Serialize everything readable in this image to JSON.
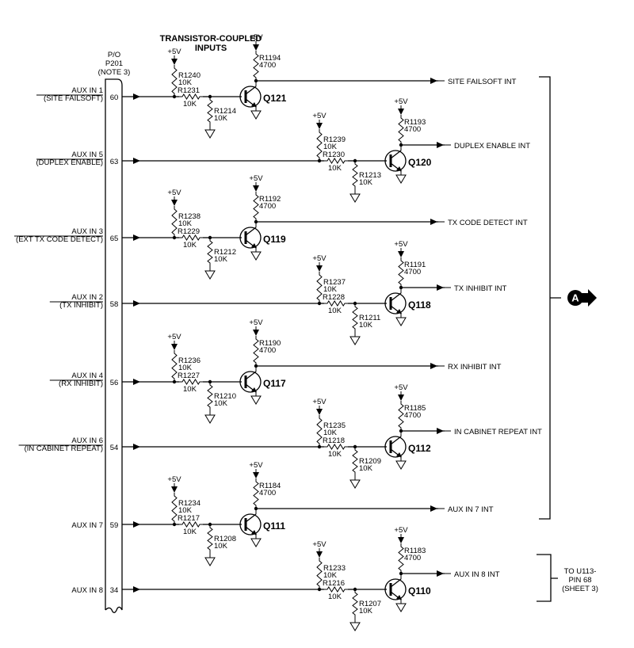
{
  "title": [
    "TRANSISTOR-COUPLED",
    "INPUTS"
  ],
  "connector": {
    "label": [
      "P/O",
      "P201",
      "(NOTE 3)"
    ]
  },
  "supply_label": "+5V",
  "channels": [
    {
      "input_name": "AUX IN 1",
      "input_desc": "(SITE FAILSOFT)",
      "pin": "60",
      "stage_pos": "left",
      "pullup": {
        "ref": "R1240",
        "value": "10K"
      },
      "series": {
        "ref": "R1231",
        "value": "10K"
      },
      "pulldown": {
        "ref": "R1214",
        "value": "10K"
      },
      "collector": {
        "ref": "R1194",
        "value": "4700"
      },
      "transistor": "Q121",
      "output": "SITE FAILSOFT INT"
    },
    {
      "input_name": "AUX IN 5",
      "input_desc": "(DUPLEX ENABLE)",
      "pin": "63",
      "stage_pos": "right",
      "pullup": {
        "ref": "R1239",
        "value": "10K"
      },
      "series": {
        "ref": "R1230",
        "value": "10K"
      },
      "pulldown": {
        "ref": "R1213",
        "value": "10K"
      },
      "collector": {
        "ref": "R1193",
        "value": "4700"
      },
      "transistor": "Q120",
      "output": "DUPLEX ENABLE INT"
    },
    {
      "input_name": "AUX IN 3",
      "input_desc": "(EXT TX CODE DETECT)",
      "pin": "65",
      "stage_pos": "left",
      "pullup": {
        "ref": "R1238",
        "value": "10K"
      },
      "series": {
        "ref": "R1229",
        "value": "10K"
      },
      "pulldown": {
        "ref": "R1212",
        "value": "10K"
      },
      "collector": {
        "ref": "R1192",
        "value": "4700"
      },
      "transistor": "Q119",
      "output": "TX CODE DETECT INT"
    },
    {
      "input_name": "AUX IN 2",
      "input_desc": "(TX INHIBIT)",
      "pin": "58",
      "stage_pos": "right",
      "pullup": {
        "ref": "R1237",
        "value": "10K"
      },
      "series": {
        "ref": "R1228",
        "value": "10K"
      },
      "pulldown": {
        "ref": "R1211",
        "value": "10K"
      },
      "collector": {
        "ref": "R1191",
        "value": "4700"
      },
      "transistor": "Q118",
      "output": "TX INHIBIT INT"
    },
    {
      "input_name": "AUX IN 4",
      "input_desc": "(RX INHIBIT)",
      "pin": "56",
      "stage_pos": "left",
      "pullup": {
        "ref": "R1236",
        "value": "10K"
      },
      "series": {
        "ref": "R1227",
        "value": "10K"
      },
      "pulldown": {
        "ref": "R1210",
        "value": "10K"
      },
      "collector": {
        "ref": "R1190",
        "value": "4700"
      },
      "transistor": "Q117",
      "output": "RX INHIBIT INT"
    },
    {
      "input_name": "AUX IN 6",
      "input_desc": "(IN CABINET REPEAT)",
      "pin": "54",
      "stage_pos": "right",
      "pullup": {
        "ref": "R1235",
        "value": "10K"
      },
      "series": {
        "ref": "R1218",
        "value": "10K"
      },
      "pulldown": {
        "ref": "R1209",
        "value": "10K"
      },
      "collector": {
        "ref": "R1185",
        "value": "4700"
      },
      "transistor": "Q112",
      "output": "IN CABINET REPEAT INT"
    },
    {
      "input_name": "AUX IN 7",
      "input_desc": "",
      "pin": "59",
      "stage_pos": "left",
      "pullup": {
        "ref": "R1234",
        "value": "10K"
      },
      "series": {
        "ref": "R1217",
        "value": "10K"
      },
      "pulldown": {
        "ref": "R1208",
        "value": "10K"
      },
      "collector": {
        "ref": "R1184",
        "value": "4700"
      },
      "transistor": "Q111",
      "output": "AUX IN 7 INT"
    },
    {
      "input_name": "AUX IN 8",
      "input_desc": "",
      "pin": "34",
      "stage_pos": "right",
      "pullup": {
        "ref": "R1233",
        "value": "10K"
      },
      "series": {
        "ref": "R1216",
        "value": "10K"
      },
      "pulldown": {
        "ref": "R1207",
        "value": "10K"
      },
      "collector": {
        "ref": "R1183",
        "value": "4700"
      },
      "transistor": "Q110",
      "output": "AUX IN 8 INT"
    }
  ],
  "bus_connector": {
    "label": "A"
  },
  "destination_note": [
    "TO U113-",
    "PIN 68",
    "(SHEET 3)"
  ]
}
